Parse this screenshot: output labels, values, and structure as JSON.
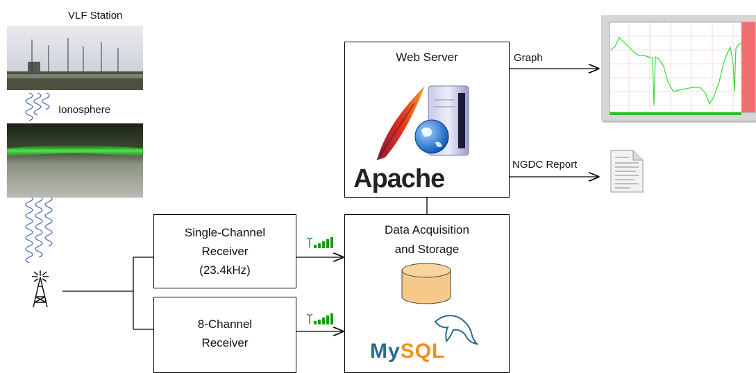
{
  "labels": {
    "vlf_station": "VLF Station",
    "ionosphere": "Ionosphere",
    "graph": "Graph",
    "ngdc_report": "NGDC Report"
  },
  "boxes": {
    "web_server": {
      "title": "Web Server",
      "logo_text": "Apache"
    },
    "single_receiver": {
      "line1": "Single-Channel",
      "line2": "Receiver",
      "line3": "(23.4kHz)"
    },
    "eight_receiver": {
      "line1": "8-Channel",
      "line2": "Receiver"
    },
    "daq": {
      "line1": "Data Acquisition",
      "line2": "and Storage",
      "mysql_my": "My",
      "mysql_sql": "SQL"
    }
  },
  "colors": {
    "signal_green": "#1a9a1a",
    "wave_blue": "#3a5fb0",
    "db_fill": "#f6c98a",
    "graph_line": "#33dd33",
    "graph_red": "#f07070"
  }
}
